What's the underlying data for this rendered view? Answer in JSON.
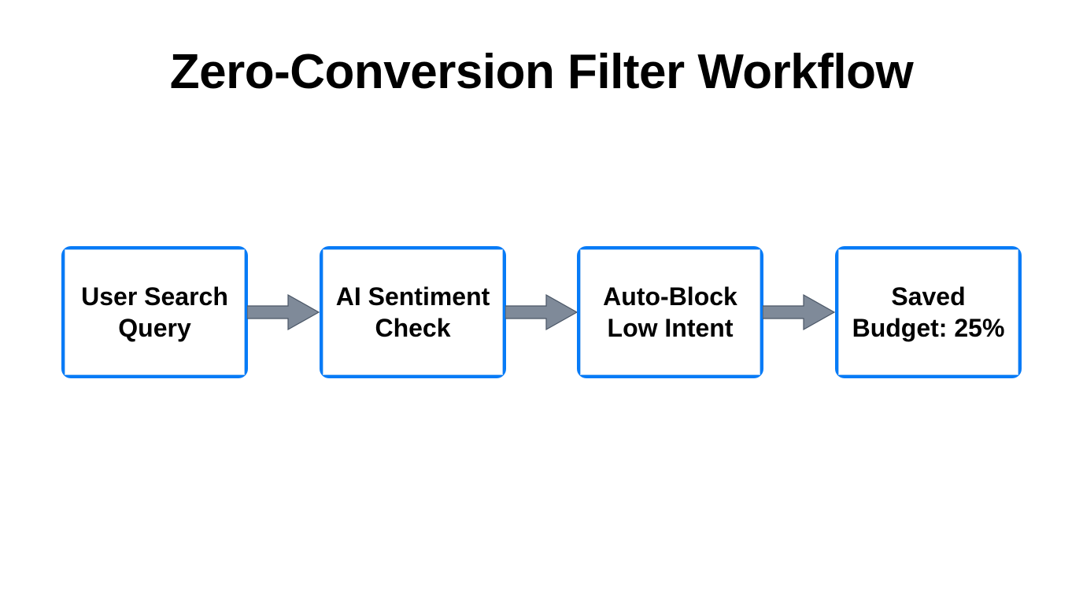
{
  "diagram": {
    "title": "Zero-Conversion Filter Workflow",
    "type": "linear-flow",
    "background_color": "#ffffff",
    "node_accent_color": "#077bf7",
    "node_fill_color": "#ffffff",
    "node_text_color": "#000000",
    "arrow_color": "#7f8a99",
    "arrow_stroke_color": "#4a5666",
    "nodes": [
      {
        "id": "user-search-query",
        "label": "User Search\nQuery"
      },
      {
        "id": "ai-sentiment-check",
        "label": "AI Sentiment\nCheck"
      },
      {
        "id": "auto-block-low-intent",
        "label": "Auto-Block\nLow Intent"
      },
      {
        "id": "saved-budget",
        "label": "Saved\nBudget: 25%"
      }
    ],
    "connectors": [
      {
        "id": "connector-1",
        "from": "user-search-query",
        "to": "ai-sentiment-check",
        "kind": "block-arrow-right"
      },
      {
        "id": "connector-2",
        "from": "ai-sentiment-check",
        "to": "auto-block-low-intent",
        "kind": "block-arrow-right"
      },
      {
        "id": "connector-3",
        "from": "auto-block-low-intent",
        "to": "saved-budget",
        "kind": "block-arrow-right"
      }
    ]
  }
}
